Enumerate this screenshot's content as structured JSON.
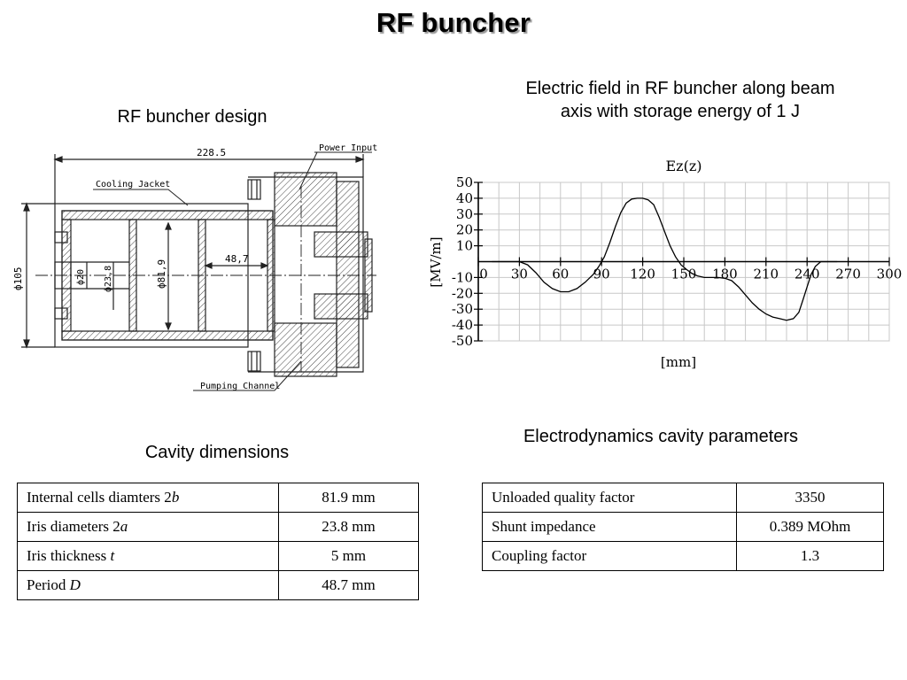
{
  "page": {
    "title": "RF buncher"
  },
  "design": {
    "caption": "RF buncher design",
    "labels": {
      "overall_length": "228.5",
      "power_input": "Power Input",
      "cooling_jacket": "Cooling Jacket",
      "pumping_channel": "Pumping Channel",
      "outer_diameter": "ф105",
      "bore_diameter": "ф20",
      "iris_diameter": "ф23,8",
      "cell_diameter": "ф81,9",
      "period": "48,7"
    }
  },
  "field_plot": {
    "caption_line1": "Electric field in RF buncher along beam",
    "caption_line2": "axis with storage energy of 1 J"
  },
  "chart_data": {
    "type": "line",
    "title": "Ez(z)",
    "xlabel": "[mm]",
    "ylabel": "[MV/m]",
    "xlim": [
      0,
      300
    ],
    "ylim": [
      -50,
      50
    ],
    "grid": true,
    "xticks": [
      0,
      30,
      60,
      90,
      120,
      150,
      180,
      210,
      240,
      270,
      300
    ],
    "xtick_labels": [
      "0",
      "30",
      "60",
      "90",
      "120",
      "150",
      "180",
      "210",
      "240",
      "270",
      "300"
    ],
    "yticks": [
      50,
      40,
      30,
      20,
      10,
      -10,
      -20,
      -30,
      -40,
      -50
    ],
    "ytick_labels": [
      "50",
      "40",
      "30",
      "20",
      "10",
      "-10",
      "-20",
      "-30",
      "-40",
      "-50"
    ],
    "series": [
      {
        "x": [
          10,
          15,
          18,
          24,
          30,
          36,
          42,
          48,
          54,
          60,
          66,
          72,
          78,
          84,
          88,
          92,
          96,
          100,
          104,
          108,
          112,
          116,
          120,
          124,
          128,
          132,
          136,
          140,
          144,
          148,
          152,
          156,
          160,
          165,
          170,
          175,
          180,
          185,
          190,
          195,
          200,
          205,
          210,
          215,
          220,
          225,
          230,
          234,
          237,
          240,
          243,
          246,
          250,
          254,
          258,
          262
        ],
        "y": [
          0,
          0,
          0,
          0,
          0,
          -2,
          -7,
          -13,
          -17,
          -19,
          -19,
          -17,
          -13,
          -8,
          -3,
          3,
          12,
          22,
          31,
          37,
          39.5,
          40,
          40,
          39,
          36,
          28,
          19,
          10,
          3,
          -2,
          -5,
          -7.5,
          -9,
          -10,
          -10,
          -10,
          -10.5,
          -12,
          -16,
          -21,
          -26,
          -30,
          -33,
          -35,
          -36,
          -37,
          -36,
          -32,
          -24,
          -16,
          -8,
          -3,
          0,
          0,
          0,
          0
        ]
      }
    ]
  },
  "dimensions": {
    "caption": "Cavity dimensions",
    "rows": [
      {
        "label": "Internal cells diamters 2",
        "symbol": "b",
        "value": "81.9 mm"
      },
      {
        "label": "Iris diameters 2",
        "symbol": "a",
        "value": "23.8 mm"
      },
      {
        "label": "Iris thickness ",
        "symbol": "t",
        "value": "5 mm"
      },
      {
        "label": "Period ",
        "symbol": "D",
        "value": "48.7 mm"
      }
    ]
  },
  "parameters": {
    "caption": "Electrodynamics cavity parameters",
    "rows": [
      {
        "label": "Unloaded quality factor",
        "value": "3350"
      },
      {
        "label": "Shunt impedance",
        "value": "0.389 MOhm"
      },
      {
        "label": "Coupling factor",
        "value": "1.3"
      }
    ]
  }
}
